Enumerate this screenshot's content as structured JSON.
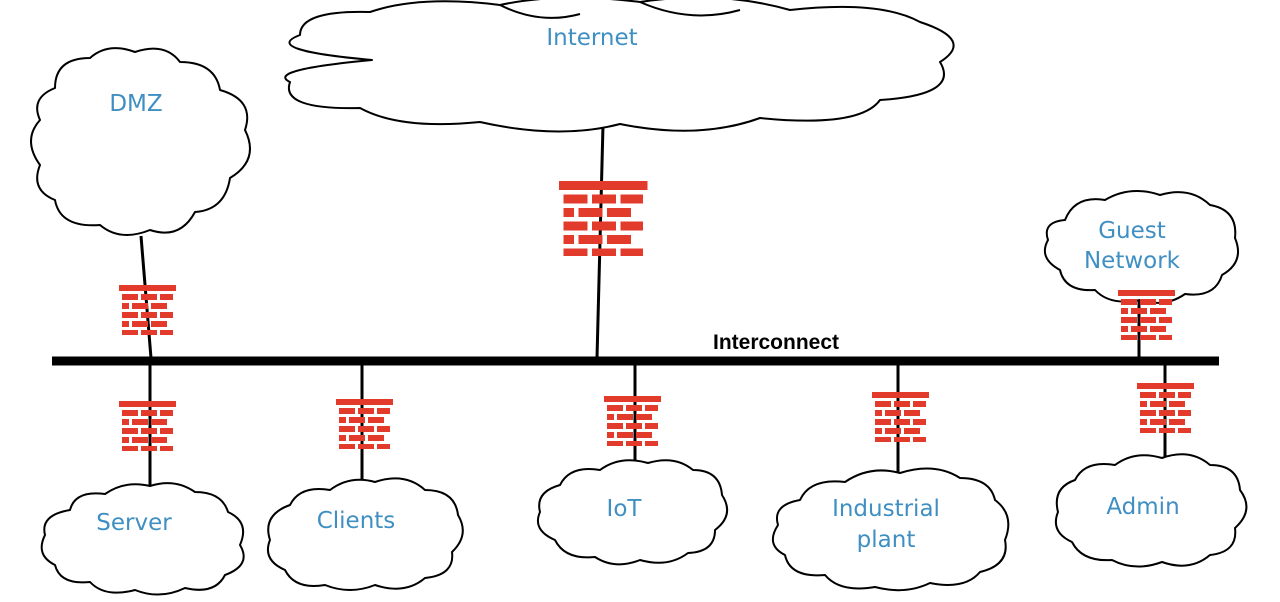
{
  "diagram": {
    "bus_label": "Interconnect",
    "zones": {
      "internet": "Internet",
      "dmz": "DMZ",
      "guest": [
        "Guest",
        "Network"
      ],
      "server": "Server",
      "clients": "Clients",
      "iot": "IoT",
      "industrial": [
        "Industrial",
        "plant"
      ],
      "admin": "Admin"
    },
    "colors": {
      "label": "#3f8fc2",
      "firewall": "#e33b2b",
      "line": "#000000"
    },
    "icons": {
      "firewall": "firewall-brick-wall-icon",
      "zone": "cloud-icon"
    }
  }
}
